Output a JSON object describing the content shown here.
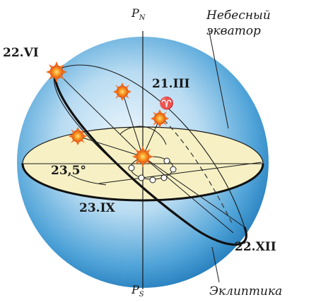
{
  "labels": {
    "pole_north": "P",
    "pole_north_sub": "N",
    "pole_south": "P",
    "pole_south_sub": "S",
    "equator_line1": "Небесный",
    "equator_line2": "экватор",
    "ecliptic": "Эклиптика",
    "summer_solstice": "22.VI",
    "vernal_equinox": "21.III",
    "aries_symbol": "♈",
    "autumnal_equinox": "23.IX",
    "winter_solstice": "22.XII",
    "tilt_angle": "23,5°"
  },
  "colors": {
    "sphere_edge": "#1f7fc0",
    "sphere_center": "#e8f4fc",
    "horizon_plane": "#f7f2c6",
    "sun": "#f07a1a",
    "sun_core": "#ffd35a",
    "line": "#1a1a1a"
  }
}
